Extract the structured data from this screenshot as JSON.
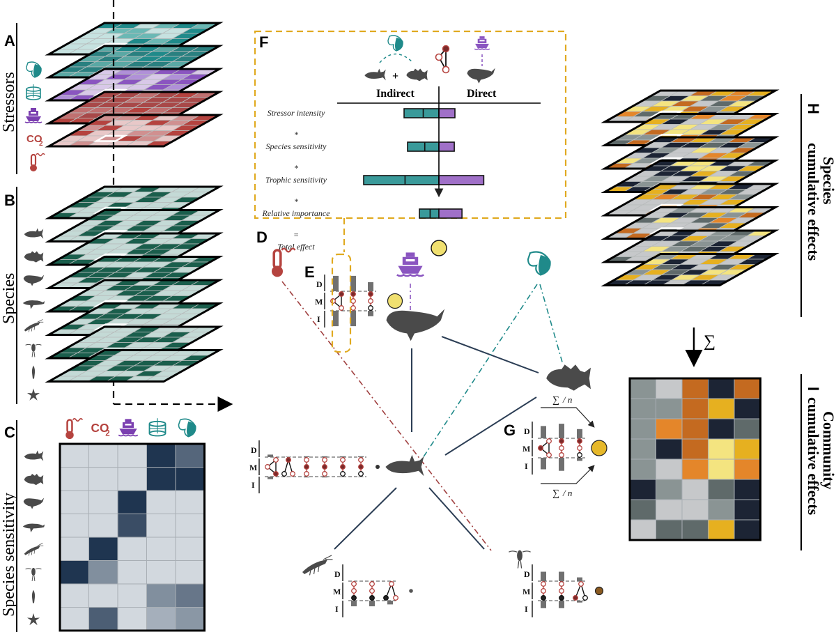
{
  "figure": {
    "panels": {
      "A": {
        "letter": "A",
        "title": "Stressors"
      },
      "B": {
        "letter": "B",
        "title": "Species"
      },
      "C": {
        "letter": "C",
        "title": "Species sensitivity"
      },
      "D": {
        "letter": "D"
      },
      "E": {
        "letter": "E"
      },
      "F": {
        "letter": "F"
      },
      "G": {
        "letter": "G"
      },
      "H": {
        "letter": "H",
        "title": "Species",
        "subtitle": "cumulative effects"
      },
      "I": {
        "letter": "I",
        "title": "Community",
        "subtitle": "cumulative effects"
      }
    },
    "stressors": [
      {
        "name": "temperature",
        "icon": "thermometer-icon",
        "color": "#b5433f"
      },
      {
        "name": "acidification",
        "icon": "co2-icon",
        "label": "CO",
        "sub": "2",
        "color": "#b5433f"
      },
      {
        "name": "shipping",
        "icon": "ship-icon",
        "color": "#7b3fb0"
      },
      {
        "name": "fishing",
        "icon": "fishing-net-icon",
        "color": "#1f8a8a"
      },
      {
        "name": "hypoxia",
        "icon": "hypoxia-icon",
        "color": "#1f8a8a"
      }
    ],
    "species": [
      {
        "name": "pelagic fish",
        "icon": "pelagic-fish-icon"
      },
      {
        "name": "cod",
        "icon": "cod-icon"
      },
      {
        "name": "beluga",
        "icon": "beluga-icon"
      },
      {
        "name": "whale",
        "icon": "whale-icon"
      },
      {
        "name": "krill",
        "icon": "krill-icon"
      },
      {
        "name": "copepod",
        "icon": "copepod-icon"
      },
      {
        "name": "squid",
        "icon": "squid-icon"
      },
      {
        "name": "sea star",
        "icon": "sea-star-icon"
      }
    ],
    "sensitivity_matrix": {
      "rows": [
        "pelagic fish",
        "cod",
        "beluga",
        "whale",
        "krill",
        "copepod",
        "squid",
        "sea star"
      ],
      "cols": [
        "temperature",
        "acidification",
        "shipping",
        "fishing",
        "hypoxia"
      ],
      "values": [
        [
          0,
          0,
          0,
          1.0,
          0.7
        ],
        [
          0,
          0,
          0,
          1.0,
          1.0
        ],
        [
          0,
          0,
          1.0,
          0,
          0
        ],
        [
          0,
          0,
          0.85,
          0,
          0
        ],
        [
          0,
          1.0,
          0,
          0,
          0
        ],
        [
          1.0,
          0.45,
          0,
          0,
          0
        ],
        [
          0,
          0,
          0,
          0.45,
          0.6
        ],
        [
          0,
          0.75,
          0,
          0.25,
          0.4
        ]
      ],
      "scale": {
        "low": "#d2d8de",
        "high": "#1f3550"
      }
    },
    "panel_F": {
      "heading_indirect": "Indirect",
      "heading_direct": "Direct",
      "plus": "+",
      "rows": [
        {
          "label": "Stressor intensity",
          "indirect": [
            0.36,
            0.24
          ],
          "direct": 0.25
        },
        {
          "op": "*"
        },
        {
          "label": "Species sensitivity",
          "indirect": [
            0.3,
            0.24
          ],
          "direct": 0.24
        },
        {
          "op": "*"
        },
        {
          "label": "Trophic sensitivity",
          "indirect": [
            0.76,
            0.74
          ],
          "direct": 0.7
        },
        {
          "op": "*"
        },
        {
          "label": "Relative importance",
          "indirect": [
            0.18,
            0.12
          ],
          "direct": 0.36
        },
        {
          "op": "="
        },
        {
          "label": "Total effect"
        }
      ],
      "colors": {
        "indirect": "#3a9a9a",
        "direct": "#a070c8",
        "total": "#f0e070",
        "frame": "#e0aa20"
      }
    },
    "panel_E": {
      "axis_labels": [
        "D",
        "M",
        "I"
      ],
      "direct": [
        0.85,
        0.85,
        0.5
      ],
      "indirect": [
        0.85,
        0.85,
        0.3
      ],
      "total_color": "#f0e070"
    },
    "node_pelagic": {
      "axis_labels": [
        "D",
        "M",
        "I"
      ],
      "direct": [
        0.3,
        0.05,
        0.1,
        0.1,
        0.1,
        0.1
      ],
      "indirect": [
        0.3,
        0.05,
        0.1,
        0.1,
        0.05,
        0.05
      ],
      "total_color": "#333333"
    },
    "panel_G": {
      "axis_labels": [
        "D",
        "M",
        "I"
      ],
      "sum_top": "∑",
      "sum_top_div": "/ n",
      "sum_bottom": "∑",
      "sum_bottom_div": "/ n",
      "direct": [
        0.8,
        0.95,
        0.6
      ],
      "indirect": [
        0.75,
        0.85,
        0.2
      ],
      "total_color": "#e6b82a"
    },
    "node_krill": {
      "axis_labels": [
        "D",
        "M",
        "I"
      ],
      "direct": [
        0,
        0,
        0
      ],
      "indirect": [
        0.45,
        0.45,
        0.3
      ],
      "total_color": "#555555"
    },
    "node_copepod": {
      "axis_labels": [
        "D",
        "M",
        "I"
      ],
      "direct": [
        0.75,
        0.75,
        0.3
      ],
      "indirect": [
        0.6,
        0.6,
        0.15
      ],
      "total_color": "#8a5a20"
    },
    "community_matrix": {
      "sigma": "∑",
      "values": [
        [
          "#8a9494",
          "#c6c8ca",
          "#c46a20",
          "#1c2434",
          "#c46a20"
        ],
        [
          "#8a9494",
          "#8a9494",
          "#c46a20",
          "#e6b020",
          "#1c2434"
        ],
        [
          "#8a9494",
          "#e4862a",
          "#c46a20",
          "#1c2434",
          "#5f6a6a"
        ],
        [
          "#8a9494",
          "#1c2434",
          "#c46a20",
          "#f4e480",
          "#e6b020"
        ],
        [
          "#8a9494",
          "#c6c8ca",
          "#e4862a",
          "#f4e480",
          "#e4862a"
        ],
        [
          "#1c2434",
          "#8a9494",
          "#c6c8ca",
          "#5f6a6a",
          "#1c2434"
        ],
        [
          "#5f6a6a",
          "#c6c8ca",
          "#c6c8ca",
          "#8a9494",
          "#1c2434"
        ],
        [
          "#c6c8ca",
          "#5f6a6a",
          "#5f6a6a",
          "#e6b020",
          "#1c2434"
        ]
      ]
    },
    "colors": {
      "stressor_teal": "#1f8a8a",
      "stressor_purple": "#8a55c0",
      "stressor_red": "#b5433f",
      "species_green": "#1a5e4c",
      "species_bg": "#c4dad6",
      "teal_bg": "#c6e2e0",
      "purple_bg": "#d8c8e8",
      "red_bg": "#e8c8c8",
      "cum_bg": "#c6c8ca",
      "link": "#2c3e55",
      "silhouette": "#4a4a4a"
    }
  }
}
